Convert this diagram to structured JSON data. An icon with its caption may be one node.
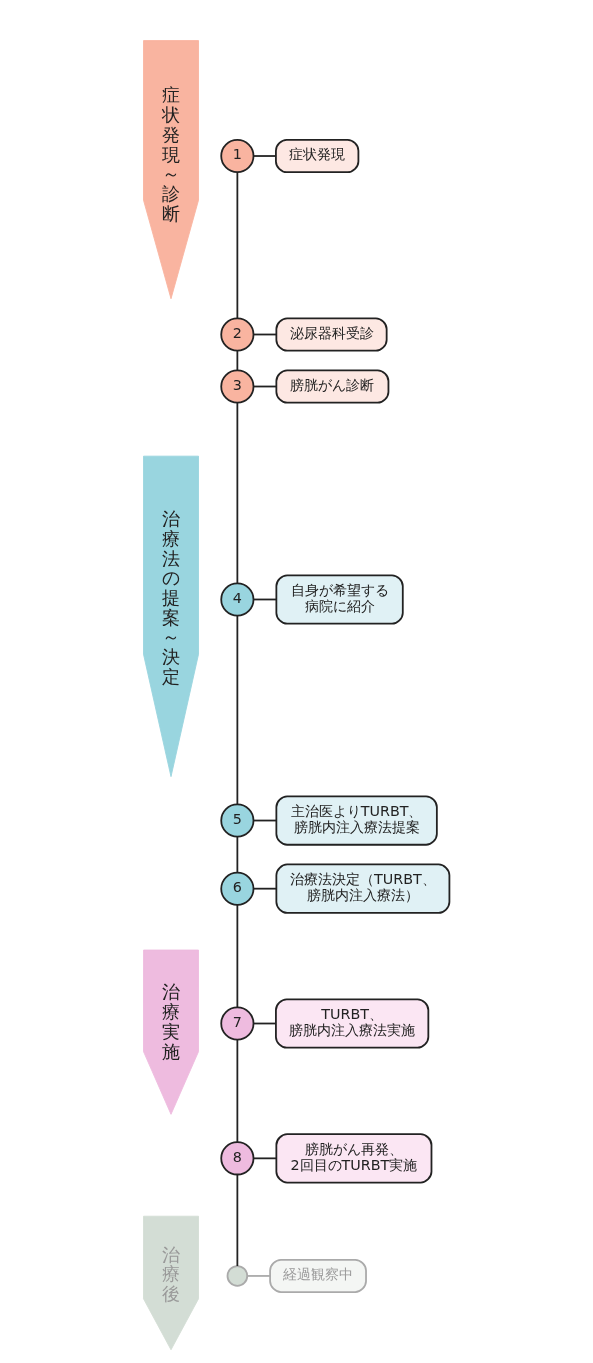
{
  "diagram": {
    "nodes": [
      {
        "text": [
          "症状発現～診断"
        ]
      },
      {
        "text": [
          "治療法の提案～決定"
        ]
      },
      {
        "text": [
          "治療実施"
        ]
      },
      {
        "text": [
          "治療後"
        ]
      },
      {
        "text": [
          "1"
        ]
      },
      {
        "text": [
          "症状発現"
        ]
      },
      {
        "text": [
          "2"
        ]
      },
      {
        "text": [
          "泌尿器科受診"
        ]
      },
      {
        "text": [
          "3"
        ]
      },
      {
        "text": [
          "膀胱がん診断"
        ]
      },
      {
        "text": [
          "4"
        ]
      },
      {
        "text": [
          "自身が希望する病院に紹介"
        ]
      },
      {
        "text": [
          "5"
        ]
      },
      {
        "text": [
          "主治医よりTURBT、膀胱内注入療法提案"
        ]
      },
      {
        "text": [
          "6"
        ]
      },
      {
        "text": [
          "治療法決定（TURBT、膀胱内注入療法）"
        ]
      },
      {
        "text": [
          "7"
        ]
      },
      {
        "text": [
          "TURBT、膀胱内注入療法実施"
        ]
      },
      {
        "text": [
          "8"
        ]
      },
      {
        "text": [
          "膀胱がん再発、2回目のTURBT実施"
        ]
      },
      {
        "text": [],
        "shape": "circle"
      },
      {
        "text": [
          "経過観察中"
        ]
      }
    ],
    "edges": [
      {
        "from": 4,
        "to": 6,
        "arrow": "none"
      },
      {
        "from": 6,
        "to": 8,
        "arrow": "none"
      },
      {
        "from": 8,
        "to": 10,
        "arrow": "none"
      },
      {
        "from": 10,
        "to": 12,
        "arrow": "none"
      },
      {
        "from": 12,
        "to": 14,
        "arrow": "none"
      },
      {
        "from": 14,
        "to": 16,
        "arrow": "none"
      },
      {
        "from": 16,
        "to": 18,
        "arrow": "none"
      },
      {
        "from": 18,
        "to": 20,
        "arrow": "none"
      },
      {
        "from": 4,
        "to": 5,
        "arrow": "none"
      },
      {
        "from": 6,
        "to": 7,
        "arrow": "none"
      },
      {
        "from": 8,
        "to": 9,
        "arrow": "none"
      },
      {
        "from": 10,
        "to": 11,
        "arrow": "none"
      },
      {
        "from": 12,
        "to": 13,
        "arrow": "none"
      },
      {
        "from": 14,
        "to": 15,
        "arrow": "none"
      },
      {
        "from": 16,
        "to": 17,
        "arrow": "none"
      },
      {
        "from": 18,
        "to": 19,
        "arrow": "none"
      },
      {
        "from": 20,
        "to": 21,
        "arrow": "none",
        "color": "#aaaaaa"
      }
    ]
  }
}
